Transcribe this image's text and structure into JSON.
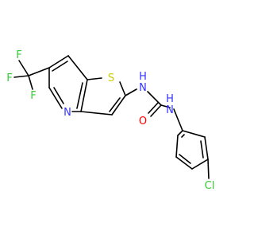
{
  "molecule": {
    "atoms": {
      "F1": "F",
      "F2": "F",
      "F3": "F",
      "S": "S",
      "N_pyridine": "N",
      "N_urea_left": "N",
      "H_urea_left": "H",
      "N_urea_right": "N",
      "H_urea_right": "H",
      "O": "O",
      "Cl": "Cl"
    },
    "colors": {
      "F": "#33cc33",
      "S": "#cccc00",
      "N": "#3333ff",
      "O": "#ff0000",
      "Cl": "#33cc33",
      "bond": "#000000"
    }
  }
}
